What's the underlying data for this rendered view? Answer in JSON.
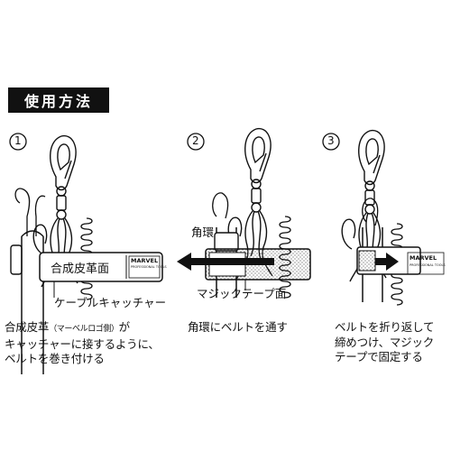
{
  "header": {
    "title": "使用方法"
  },
  "steps": [
    {
      "number": "1",
      "caption_main_1": "合成皮革",
      "caption_note": "（マーベルロゴ側）",
      "caption_main_2": "が",
      "caption_line_2": "キャッチャーに接するように、",
      "caption_line_3": "ベルトを巻き付ける"
    },
    {
      "number": "2",
      "caption_line_1": "角環にベルトを通す"
    },
    {
      "number": "3",
      "caption_line_1": "ベルトを折り返して",
      "caption_line_2": "締めつけ、マジック",
      "caption_line_3": "テープで固定する"
    }
  ],
  "callouts": {
    "synthetic_leather": "合成皮革面",
    "cable_catcher": "ケーブルキャッチャー",
    "square_ring": "角環",
    "velcro_side": "マジックテープ面"
  },
  "brand": {
    "logo": "MARVEL",
    "sub": "PROFESSIONAL TOOLS"
  }
}
